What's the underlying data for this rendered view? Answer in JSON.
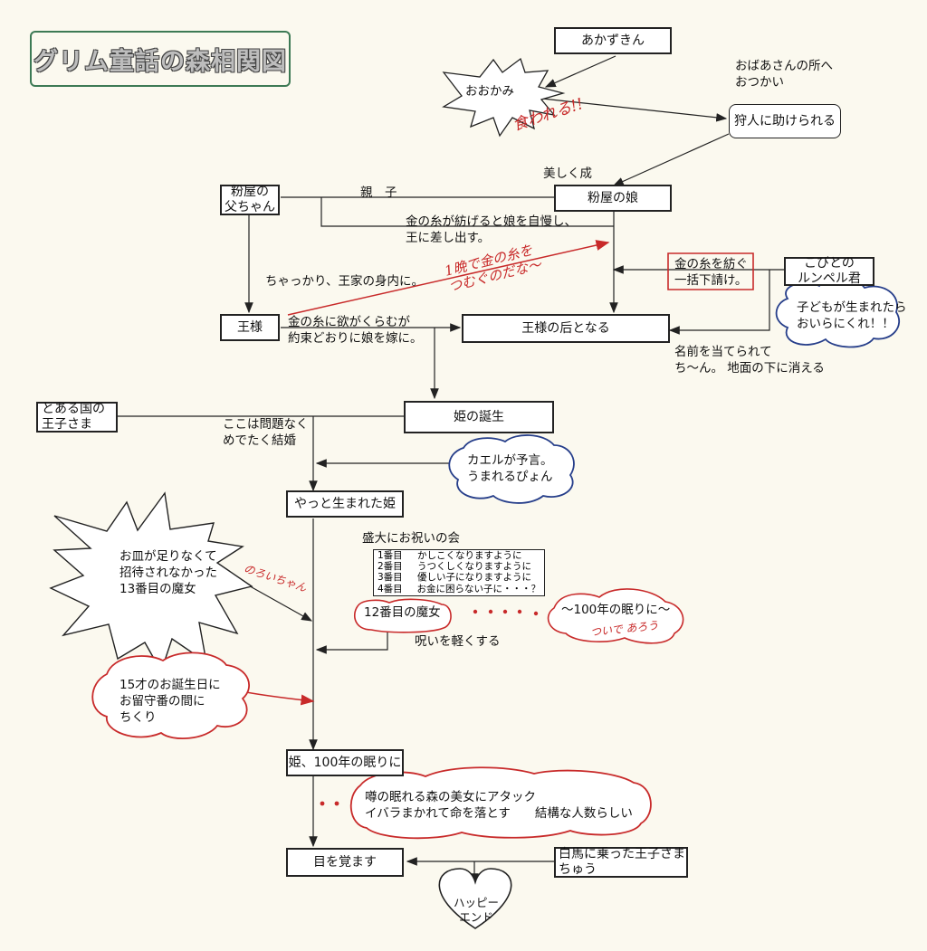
{
  "title": "グリム童話の森相関図",
  "nodes": {
    "akazukin": "あかずきん",
    "ookami": "おおかみ",
    "obaasan_note": "おばあさんの所へ\nおつかい",
    "ryoujin": "狩人に助けられる",
    "kunoyoshi": "美しく成",
    "konaya_chichi": "粉屋の\n父ちゃん",
    "oyako": "親　子",
    "konaya_musume": "粉屋の娘",
    "kin_jiman": "金の糸が紡げると娘を自慢し、\n王に差し出す。",
    "chakkari": "ちゃっかり、王家の身内に。",
    "kin_ikkatsu": "金の糸を紡ぐ\n一括下請け。",
    "kobito": "こびとの\nルンペル君",
    "kodomo_cloud": "子どもが生まれたら\nおいらにくれ！！",
    "ousama": "王様",
    "yakusoku": "金の糸に欲がくらむが\n約束どおりに娘を嫁に。",
    "kisaki": "王様の后となる",
    "namae": "名前を当てられて\nち～ん。 地面の下に消える",
    "ouji_tooaru": "とある国の\n王子さま",
    "hime_tanjou": "姫の誕生",
    "kekkon": "ここは問題なく\nめでたく結婚",
    "kaeru_cloud": "カエルが予言。\nうまれるぴょん",
    "yatto_hime": "やっと生まれた姫",
    "majo13": "お皿が足りなくて\n招待されなかった\n13番目の魔女",
    "iwai_title": "盛大にお祝いの会",
    "majo12": "12番目の魔女",
    "noroi": "呪いを軽くする",
    "nemuri_cloud": "～100年の眠りに～",
    "tanjoubi_cloud": "15才のお誕生日に\nお留守番の間に\nちくり",
    "hime_nemuri": "姫、100年の眠りに",
    "uwasa_cloud": "噂の眠れる森の美女にアタック\nイバラまかれて命を落とす　　結構な人数らしい",
    "mezame": "目を覚ます",
    "hakuba": "白馬に乗った王子さま\nちゅう",
    "happy": "ハッピー\nエンド"
  },
  "blessings": [
    {
      "num": "1番目",
      "text": "かしこくなりますように"
    },
    {
      "num": "2番目",
      "text": "うつくしくなりますように"
    },
    {
      "num": "3番目",
      "text": "優しい子になりますように"
    },
    {
      "num": "4番目",
      "text": "お金に困らない子に・・・？"
    }
  ],
  "handwritten": {
    "kuwareru": "食われる!!",
    "ichiya": "1晩で金の糸を\nつむぐのだな～",
    "noroi_chan": "のろいちゃん",
    "tsuide": "ついで あろう"
  },
  "colors": {
    "title_border": "#3d7a55",
    "red": "#c82a2a",
    "blue": "#263e8a",
    "heart": "#c0392b"
  }
}
